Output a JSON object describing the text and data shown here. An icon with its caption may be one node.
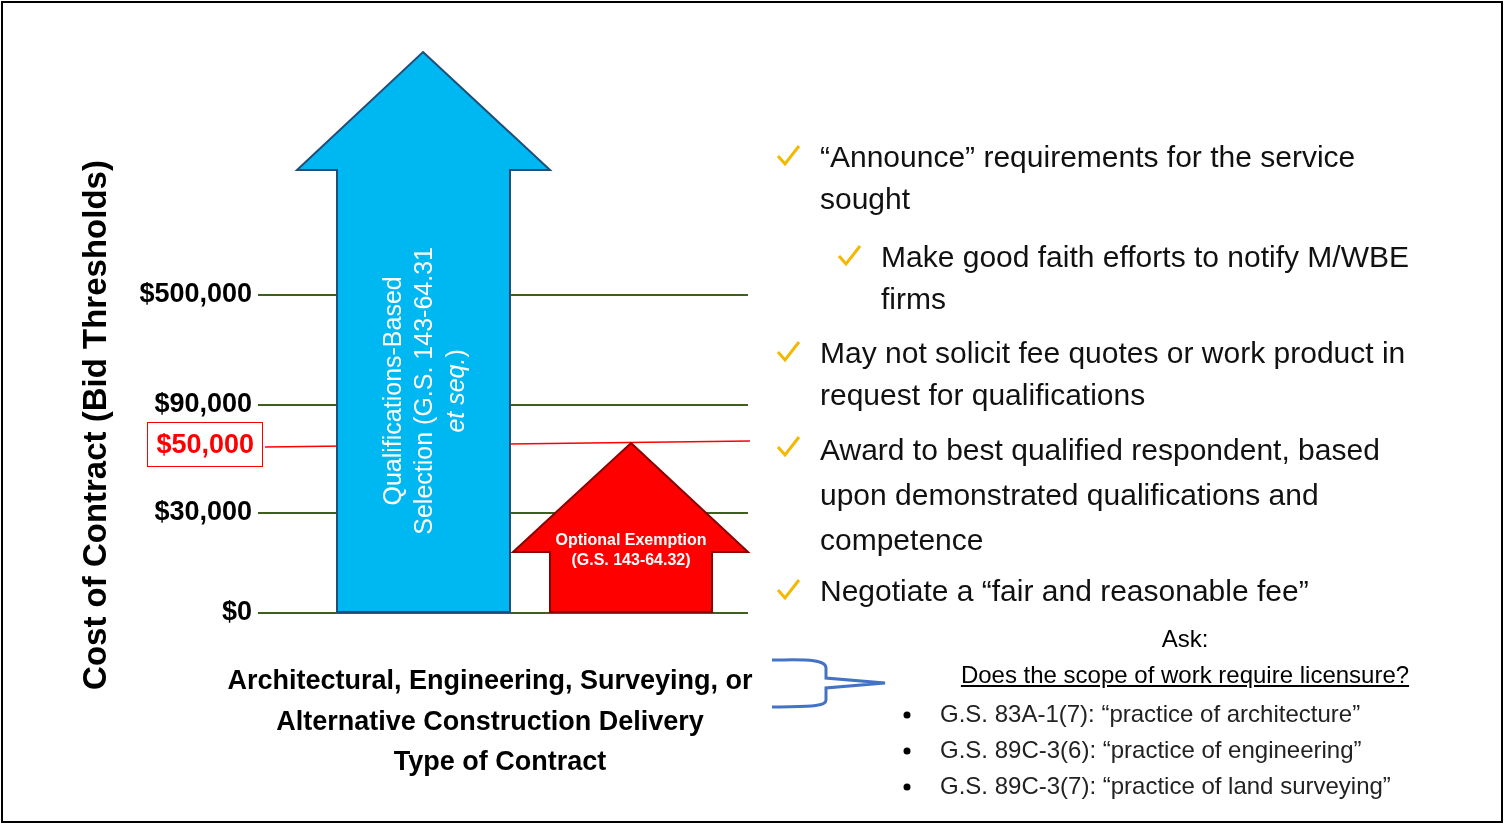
{
  "diagram": {
    "nodes": [
      {
        "text": [
          "Qualifications-Based Selection (G.S. 143-64.31 *et seq.*)"
        ]
      },
      {
        "text": [
          "Optional Exemption (G.S. 143-64.32)"
        ]
      }
    ],
    "edges": [],
    "labels": [
      "Cost of Contract (Bid Thresholds)",
      "$500,000",
      "$90,000",
      "$50,000",
      "$30,000",
      "$0",
      "Architectural, Engineering, Surveying, or Alternative Construction Delivery",
      "Type of Contract",
      "“Announce” requirements for the service sought",
      "Make good faith efforts to notify M/WBE firms",
      "May not solicit fee quotes or work product in request for qualifications",
      "Award to best qualified respondent, based upon demonstrated qualifications and competence",
      "Negotiate a “fair and reasonable fee”",
      "Ask:",
      "Does the scope of work require licensure?",
      "G.S. 83A-1(7): “practice of architecture”",
      "G.S. 89C-3(6): “practice of engineering”",
      "G.S. 89C-3(7): “practice of land surveying”"
    ]
  }
}
